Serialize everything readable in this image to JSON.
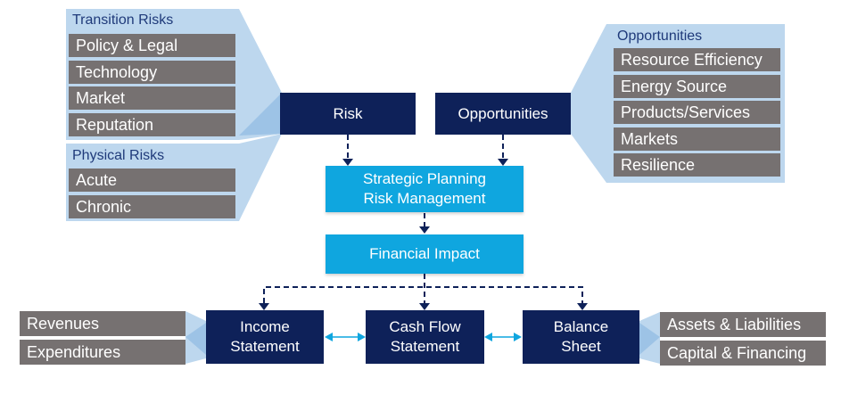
{
  "colors": {
    "navy": "#0e2159",
    "cyan": "#0fa6df",
    "gray": "#767171",
    "panel_light_blue": "#bdd7ee",
    "panel_title_text": "#1f3a7a",
    "arrow_bidirectional": "#0fa6df",
    "arrow_dashed": "#0e2159"
  },
  "transition_risks": {
    "title": "Transition Risks",
    "items": [
      "Policy & Legal",
      "Technology",
      "Market",
      "Reputation"
    ]
  },
  "physical_risks": {
    "title": "Physical Risks",
    "items": [
      "Acute",
      "Chronic"
    ]
  },
  "opportunities_panel": {
    "title": "Opportunities",
    "items": [
      "Resource Efficiency",
      "Energy Source",
      "Products/Services",
      "Markets",
      "Resilience"
    ]
  },
  "nodes": {
    "risk": "Risk",
    "opportunities": "Opportunities",
    "strategic_planning": "Strategic Planning\nRisk Management",
    "financial_impact": "Financial Impact",
    "income_statement": "Income\nStatement",
    "cash_flow_statement": "Cash Flow\nStatement",
    "balance_sheet": "Balance\nSheet"
  },
  "income_inputs": [
    "Revenues",
    "Expenditures"
  ],
  "balance_inputs": [
    "Assets & Liabilities",
    "Capital & Financing"
  ]
}
